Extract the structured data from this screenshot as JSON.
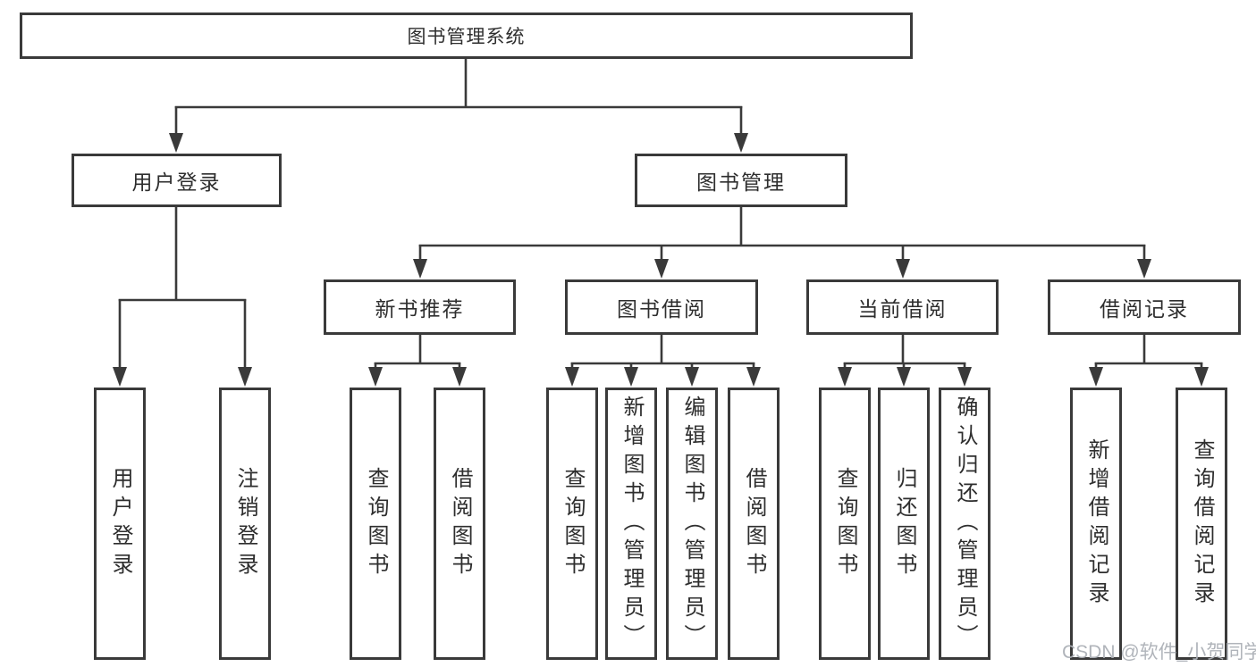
{
  "diagram": {
    "type": "tree-diagram",
    "root": "图书管理系统",
    "level2": [
      "用户登录",
      "图书管理"
    ],
    "level3": [
      "新书推荐",
      "图书借阅",
      "当前借阅",
      "借阅记录"
    ],
    "leaves": [
      "用户登录",
      "注销登录",
      "查询图书",
      "借阅图书",
      "查询图书",
      "新增图书（管理员）",
      "编辑图书（管理员）",
      "借阅图书",
      "查询图书",
      "归还图书",
      "确认归还（管理员）",
      "新增借阅记录",
      "查询借阅记录"
    ],
    "hierarchy": {
      "图书管理系统": [
        "用户登录",
        "图书管理"
      ],
      "用户登录": [
        "用户登录",
        "注销登录"
      ],
      "图书管理": [
        "新书推荐",
        "图书借阅",
        "当前借阅",
        "借阅记录"
      ],
      "新书推荐": [
        "查询图书",
        "借阅图书"
      ],
      "图书借阅": [
        "查询图书",
        "新增图书（管理员）",
        "编辑图书（管理员）",
        "借阅图书"
      ],
      "当前借阅": [
        "查询图书",
        "归还图书",
        "确认归还（管理员）"
      ],
      "借阅记录": [
        "新增借阅记录",
        "查询借阅记录"
      ]
    }
  },
  "watermark": "CSDN @软件_小贺同学",
  "colors": {
    "line": "#3a3a3a",
    "box_border": "#3a3a3a",
    "text": "#2e2e2e",
    "background": "#ffffff",
    "watermark": "#acb0b6"
  }
}
